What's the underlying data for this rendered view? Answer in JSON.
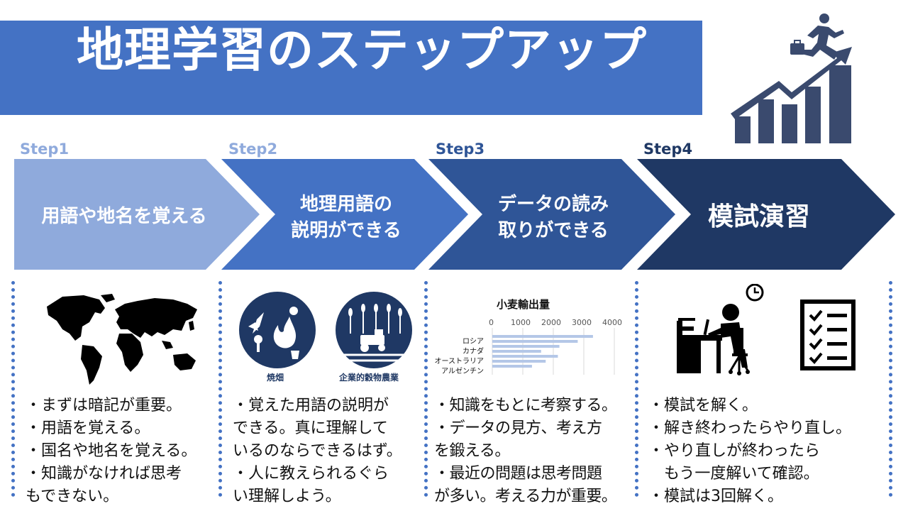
{
  "title": "地理学習のステップアップ",
  "colors": {
    "step1": "#8faadc",
    "step2": "#4472c4",
    "step3": "#2f5597",
    "step4": "#1f3864"
  },
  "steps": [
    {
      "label": "Step1",
      "heading_lines": [
        "用語や地名を覚える"
      ],
      "bullets": "・まずは暗記が重要。\n・用語を覚える。\n・国名や地名を覚える。\n・知識がなければ思考\nもできない。"
    },
    {
      "label": "Step2",
      "heading_lines": [
        "地理用語の",
        "説明ができる"
      ],
      "bullets": "・覚えた用語の説明が\nできる。真に理解して\nいるのならできるはず。\n・人に教えられるぐら\nい理解しよう。"
    },
    {
      "label": "Step3",
      "heading_lines": [
        "データの読み",
        "取りができる"
      ],
      "bullets": "・知識をもとに考察する。\n・データの見方、考え方\nを鍛える。\n・最近の問題は思考問題\nが多い。考える力が重要。"
    },
    {
      "label": "Step4",
      "heading_lines": [
        "模試演習"
      ],
      "bullets": "・模試を解く。\n・解き終わったらやり直し。\n・やり直しが終わったら\n　もう一度解いて確認。\n・模試は3回解く。"
    }
  ],
  "icons": {
    "step1": "world-map-icon",
    "step2_left": "slash-and-burn-icon",
    "step2_left_label": "焼畑",
    "step2_right": "commercial-grain-farming-icon",
    "step2_right_label": "企業的穀物農業",
    "step4_left": "person-at-desk-clock-icon",
    "step4_right": "checklist-icon",
    "header": "businessman-rising-chart-icon"
  },
  "chart_data": {
    "type": "bar",
    "orientation": "horizontal",
    "title": "小麦輸出量",
    "categories": [
      "ロシア",
      "カナダ",
      "オーストラリア",
      "アルゼンチン"
    ],
    "values": [
      3300,
      2800,
      2200,
      1600
    ],
    "extra_unlabeled_values": [
      2150,
      1750,
      1300
    ],
    "xlim": [
      0,
      4000
    ],
    "xticks": [
      "0",
      "1000",
      "2000",
      "3000",
      "4000"
    ],
    "grid": true
  }
}
